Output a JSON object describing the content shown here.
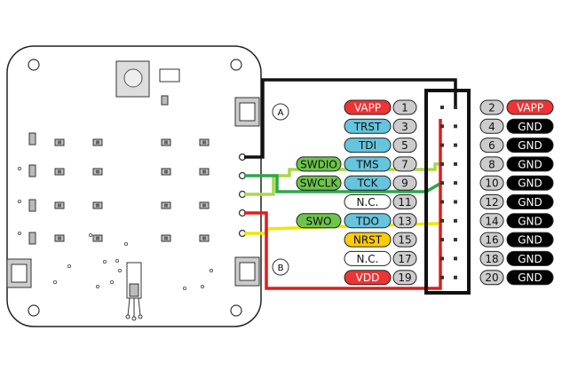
{
  "board_markers": {
    "a": "A",
    "b": "B"
  },
  "left_pins": [
    {
      "num": "1",
      "label": "VAPP",
      "color": "#ee3333",
      "text_color": "#ffffff"
    },
    {
      "num": "3",
      "label": "TRST",
      "color": "#66c4dd",
      "text_color": "#111111"
    },
    {
      "num": "5",
      "label": "TDI",
      "color": "#66c4dd",
      "text_color": "#111111"
    },
    {
      "num": "7",
      "label": "TMS",
      "color": "#66c4dd",
      "text_color": "#111111"
    },
    {
      "num": "9",
      "label": "TCK",
      "color": "#66c4dd",
      "text_color": "#111111"
    },
    {
      "num": "11",
      "label": "N.C.",
      "color": "#ffffff",
      "text_color": "#111111"
    },
    {
      "num": "13",
      "label": "TDO",
      "color": "#66c4dd",
      "text_color": "#111111"
    },
    {
      "num": "15",
      "label": "NRST",
      "color": "#ffcc00",
      "text_color": "#111111"
    },
    {
      "num": "17",
      "label": "N.C.",
      "color": "#ffffff",
      "text_color": "#111111"
    },
    {
      "num": "19",
      "label": "VDD",
      "color": "#ee3333",
      "text_color": "#ffffff"
    }
  ],
  "right_pins": [
    {
      "num": "2",
      "label": "VAPP",
      "color": "#ee3333",
      "text_color": "#ffffff"
    },
    {
      "num": "4",
      "label": "GND",
      "color": "#000000",
      "text_color": "#ffffff"
    },
    {
      "num": "6",
      "label": "GND",
      "color": "#000000",
      "text_color": "#ffffff"
    },
    {
      "num": "8",
      "label": "GND",
      "color": "#000000",
      "text_color": "#ffffff"
    },
    {
      "num": "10",
      "label": "GND",
      "color": "#000000",
      "text_color": "#ffffff"
    },
    {
      "num": "12",
      "label": "GND",
      "color": "#000000",
      "text_color": "#ffffff"
    },
    {
      "num": "14",
      "label": "GND",
      "color": "#000000",
      "text_color": "#ffffff"
    },
    {
      "num": "16",
      "label": "GND",
      "color": "#000000",
      "text_color": "#ffffff"
    },
    {
      "num": "18",
      "label": "GND",
      "color": "#000000",
      "text_color": "#ffffff"
    },
    {
      "num": "20",
      "label": "GND",
      "color": "#000000",
      "text_color": "#ffffff"
    }
  ],
  "swd_labels": [
    {
      "label": "SWDIO",
      "pin_index": 3
    },
    {
      "label": "SWCLK",
      "pin_index": 4
    },
    {
      "label": "SWO",
      "pin_index": 6
    }
  ],
  "swd_color": "#6cc44a",
  "wire_colors": {
    "vapp": "#111111",
    "swdio": "#a8d84a",
    "swclk": "#2aa84a",
    "swo": "#f2e600",
    "vdd": "#e21b1b"
  }
}
